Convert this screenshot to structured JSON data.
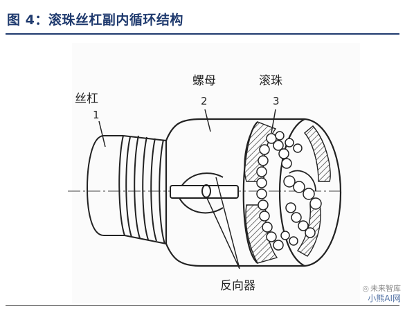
{
  "figure": {
    "title": "图 4：滚珠丝杠副内循环结构"
  },
  "labels": {
    "screw": "丝杠",
    "screw_num": "1",
    "nut": "螺母",
    "nut_num": "2",
    "balls": "滚珠",
    "balls_num": "3",
    "reverser": "反向器"
  },
  "watermark": {
    "line1": "未来智库",
    "line2": "小熊AI网"
  }
}
